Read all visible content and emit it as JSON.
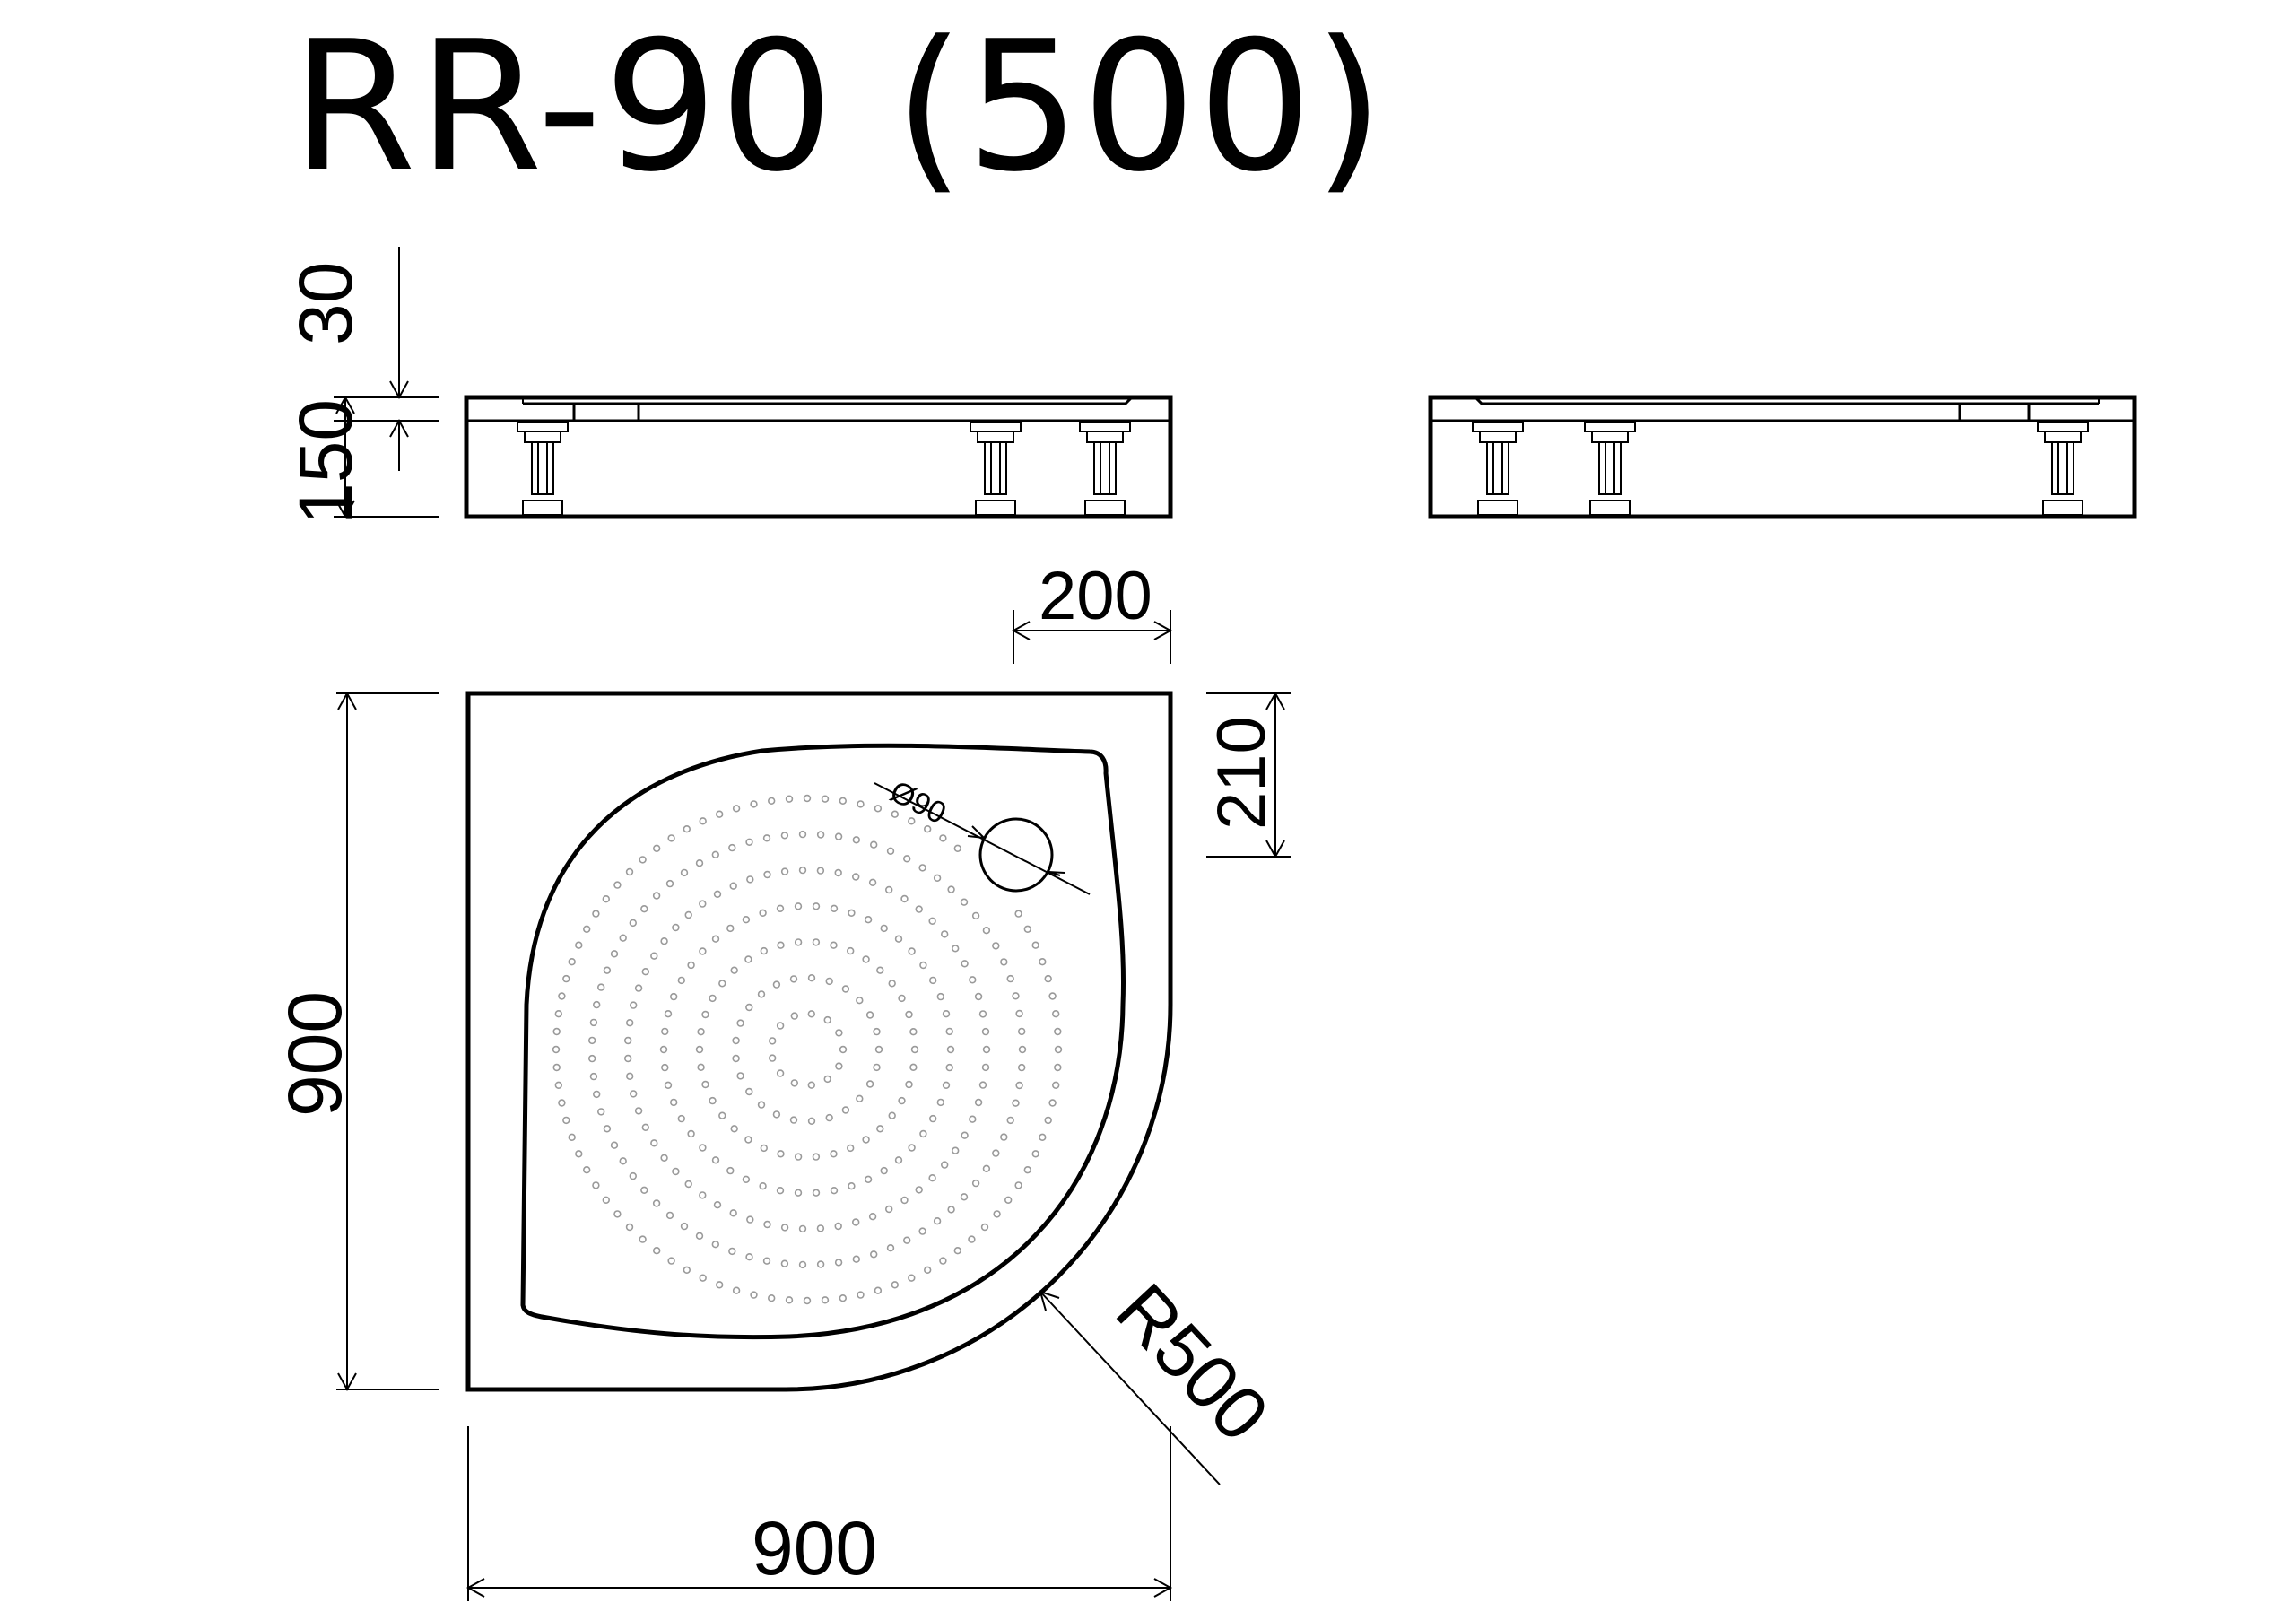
{
  "title": "RR-90 (500)",
  "dimensions": {
    "rim_height": "30",
    "total_height": "150",
    "drain_offset_x": "200",
    "drain_offset_y": "210",
    "drain_diameter": "Ø90",
    "width": "900",
    "depth": "900",
    "radius": "R500"
  },
  "colors": {
    "line": "#000000",
    "drain_circle": "#888888",
    "anti_slip_dots": "#9a9a9a"
  }
}
